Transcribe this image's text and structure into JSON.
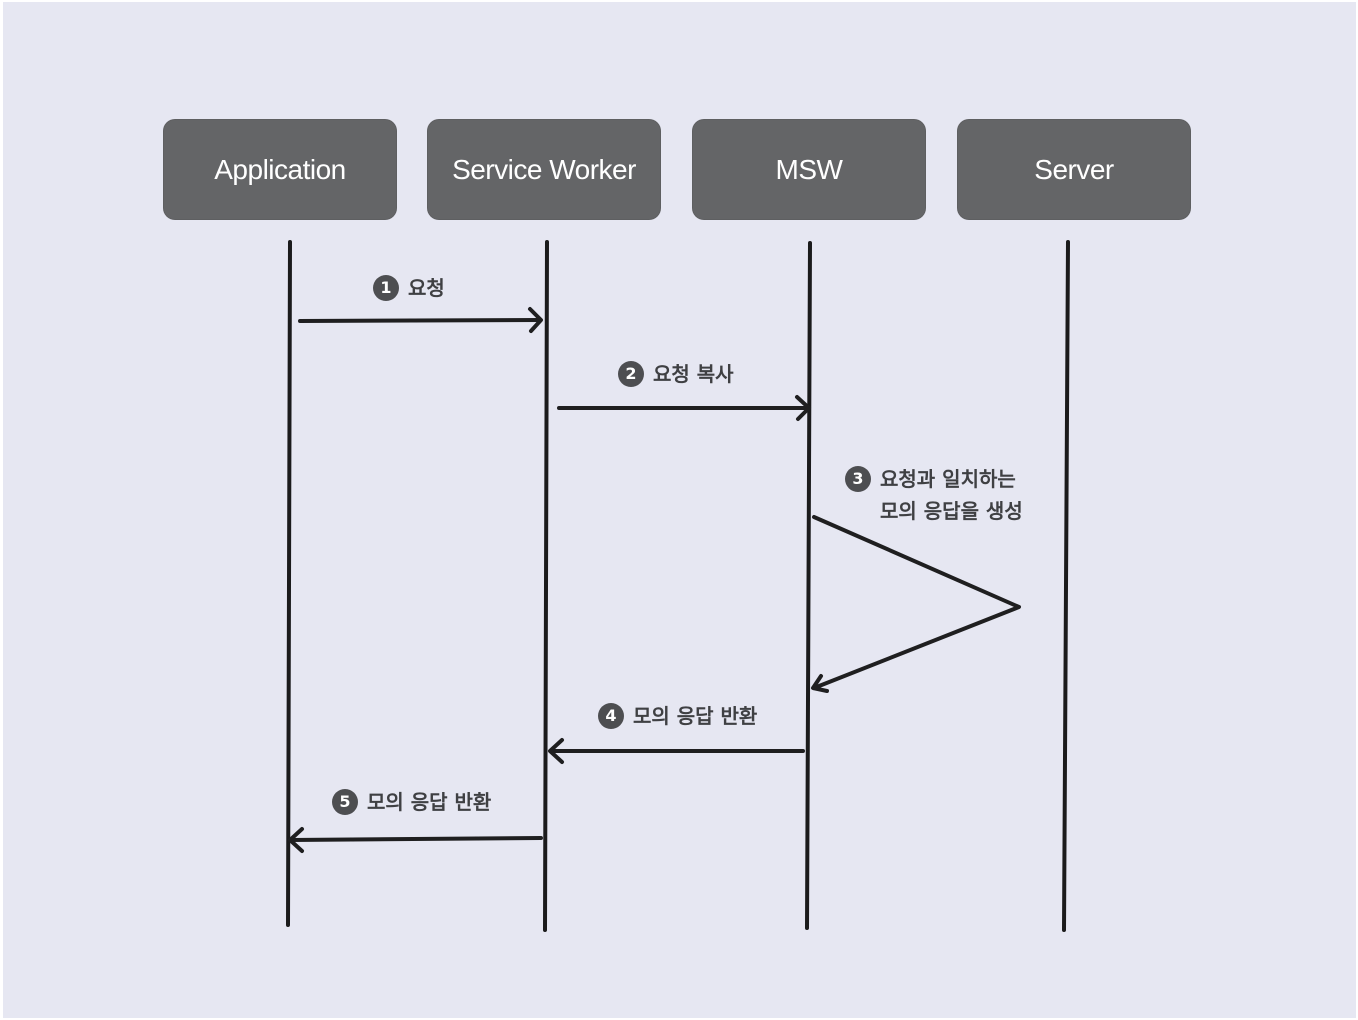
{
  "diagram": {
    "actors": [
      {
        "label": "Application"
      },
      {
        "label": "Service Worker"
      },
      {
        "label": "MSW"
      },
      {
        "label": "Server"
      }
    ],
    "steps": [
      {
        "number": "1",
        "lines": [
          "요청"
        ]
      },
      {
        "number": "2",
        "lines": [
          "요청 복사"
        ]
      },
      {
        "number": "3",
        "lines": [
          "요청과 일치하는",
          "모의 응답을 생성"
        ]
      },
      {
        "number": "4",
        "lines": [
          "모의 응답 반환"
        ]
      },
      {
        "number": "5",
        "lines": [
          "모의 응답 반환"
        ]
      }
    ],
    "colors": {
      "background": "#e6e7f2",
      "actor_box": "#646567",
      "actor_text": "#ffffff",
      "line": "#1b1b1c",
      "label_text": "#3f4043",
      "badge": "#4d4e51"
    }
  }
}
